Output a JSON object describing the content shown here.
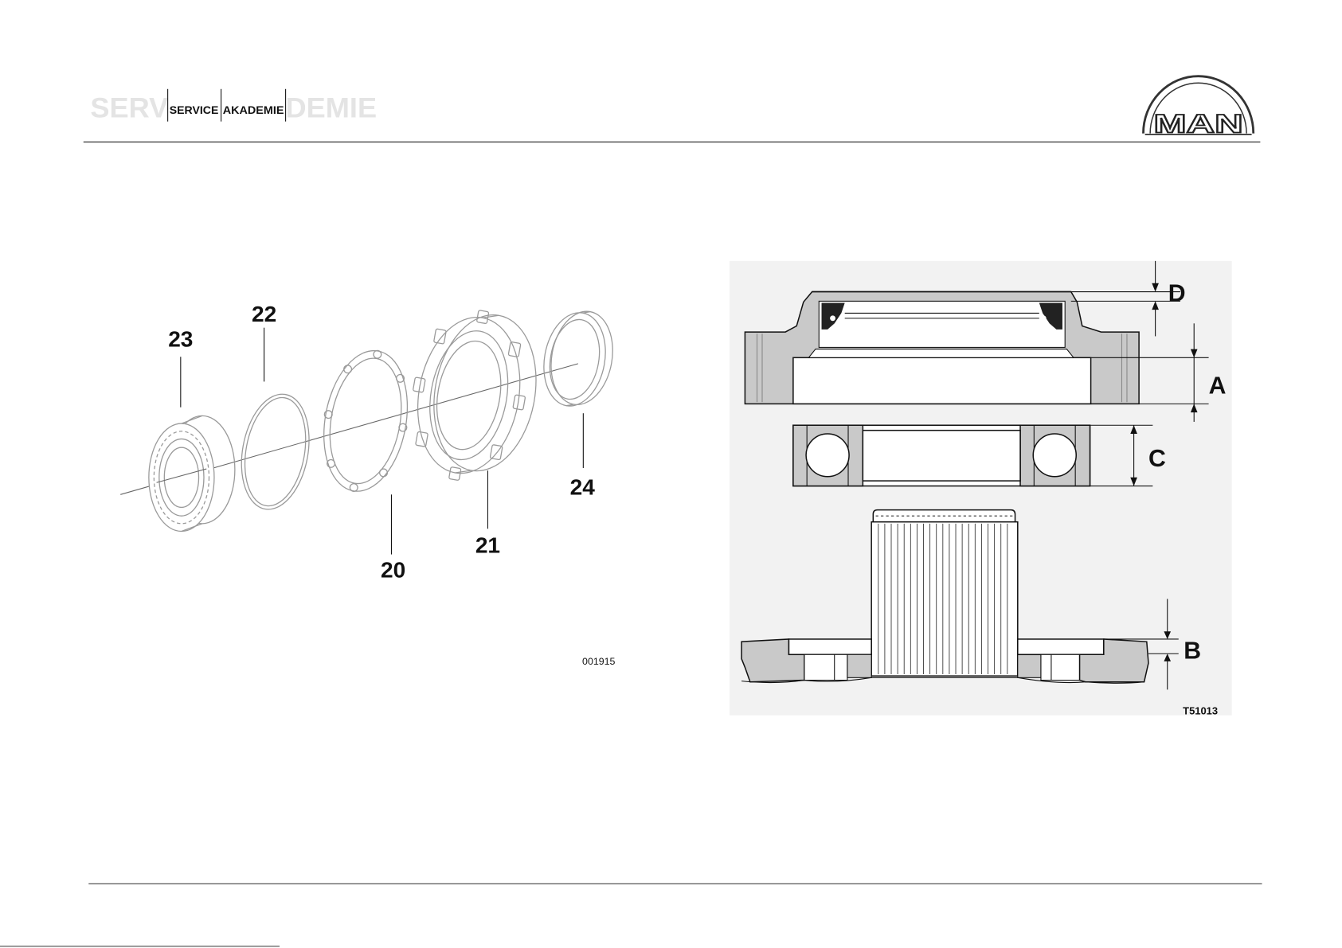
{
  "header": {
    "watermark": "SERVICE AKADEMIE",
    "service_label": "SERVICE",
    "akademie_label": "AKADEMIE",
    "logo_text": "MAN"
  },
  "exploded_view": {
    "callouts": [
      "23",
      "22",
      "20",
      "21",
      "24"
    ],
    "figure_code": "001915"
  },
  "section_view": {
    "dimensions": [
      "D",
      "A",
      "C",
      "B"
    ],
    "figure_code": "T51013"
  },
  "colors": {
    "line": "#111111",
    "section_fill": "#c9c9c9",
    "watermark": "#e4e4e4",
    "figure_background": "#f2f2f2"
  }
}
